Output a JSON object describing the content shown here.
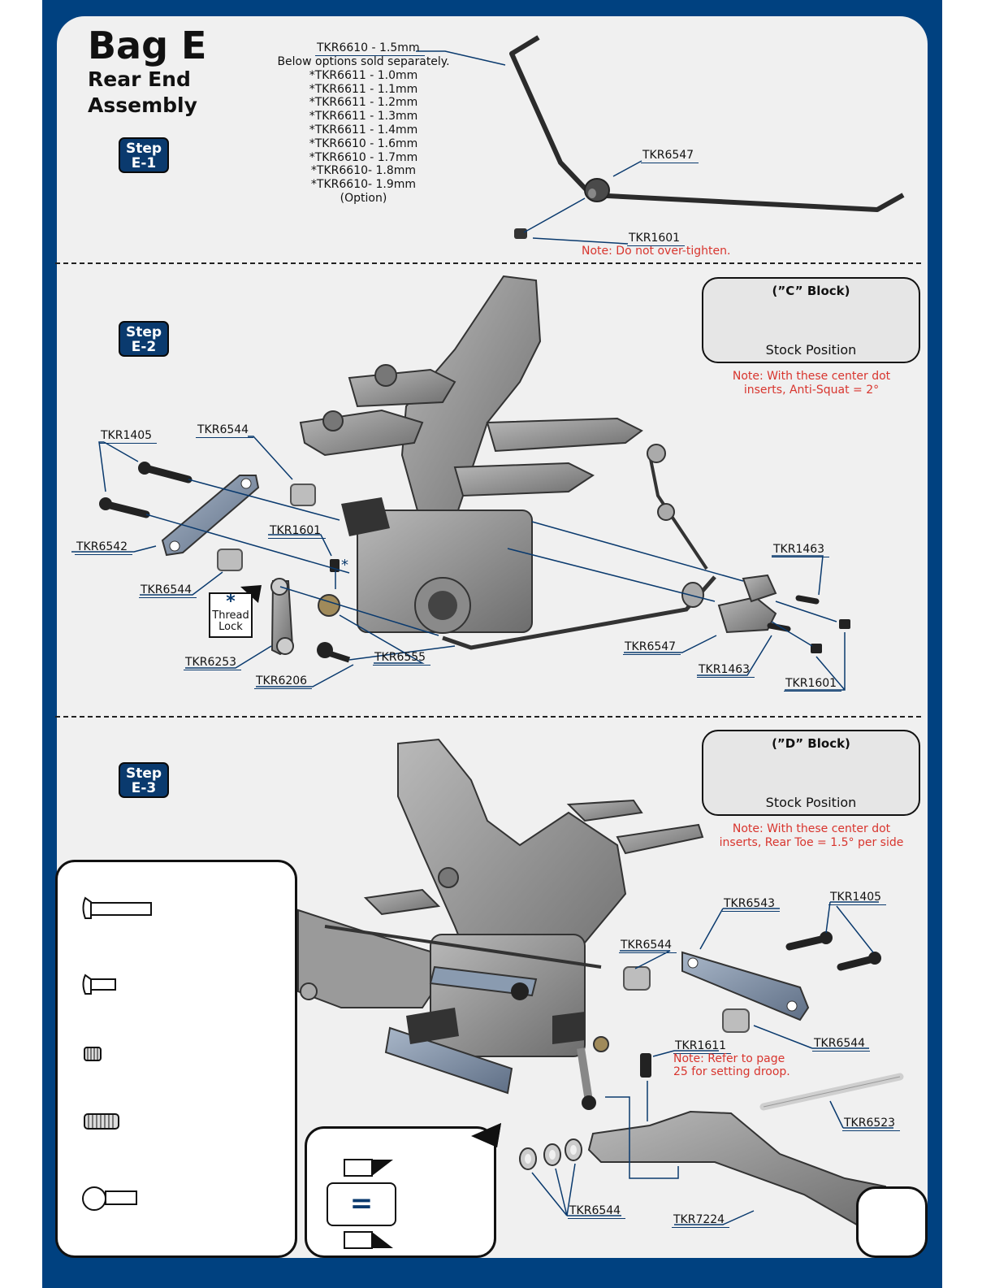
{
  "header": {
    "title": "Bag E",
    "subtitle_line1": "Rear End",
    "subtitle_line2": "Assembly"
  },
  "steps": [
    {
      "line1": "Step",
      "line2": "E-1"
    },
    {
      "line1": "Step",
      "line2": "E-2"
    },
    {
      "line1": "Step",
      "line2": "E-3"
    }
  ],
  "step1": {
    "main_part": "TKR6610 - 1.5mm",
    "options_intro": "Below options sold separately.",
    "options": [
      "*TKR6611 - 1.0mm",
      "*TKR6611 - 1.1mm",
      "*TKR6611 - 1.2mm",
      "*TKR6611 - 1.3mm",
      "*TKR6611 - 1.4mm",
      "*TKR6610 - 1.6mm",
      "*TKR6610 - 1.7mm",
      "*TKR6610- 1.8mm",
      "*TKR6610- 1.9mm"
    ],
    "options_note": "(Option)",
    "label_mount": "TKR6547",
    "label_screw": "TKR1601",
    "note": "Note: Do not over-tighten."
  },
  "step2": {
    "block_title": "(”C” Block)",
    "block_caption": "Stock Position",
    "note_line1": "Note: With these center dot",
    "note_line2": "inserts, Anti-Squat = 2°",
    "labels": {
      "screw_left": "TKR1405",
      "insert_top": "TKR6544",
      "block": "TKR6542",
      "set_screw": "TKR1601",
      "insert_bottom": "TKR6544",
      "link": "TKR6253",
      "ball": "TKR6206",
      "ball_stud": "TKR6555",
      "screw_right_top": "TKR1463",
      "mount": "TKR6547",
      "screw_right_bottom": "TKR1463",
      "set_screw_right": "TKR1601"
    },
    "thread_lock_symbol": "*",
    "thread_lock_line1": "Thread",
    "thread_lock_line2": "Lock"
  },
  "step3": {
    "block_title": "(”D” Block)",
    "block_caption": "Stock Position",
    "note_line1": "Note: With these center dot",
    "note_line2": "inserts, Rear Toe = 1.5° per side",
    "labels": {
      "block": "TKR6543",
      "screw": "TKR1405",
      "insert_left": "TKR6544",
      "insert_right": "TKR6544",
      "droop_screw": "TKR1611",
      "hinge_pin": "TKR6523",
      "shims": "TKR6544",
      "arm": "TKR7224"
    },
    "droop_note_line1": "Note: Refer to page",
    "droop_note_line2": "25 for setting droop."
  },
  "legend2": {
    "equals_symbol": "="
  },
  "colors": {
    "frame": "#004180",
    "step_badge": "#0a3a6e",
    "note_red": "#d8352e",
    "leader": "#0a3a6e"
  }
}
